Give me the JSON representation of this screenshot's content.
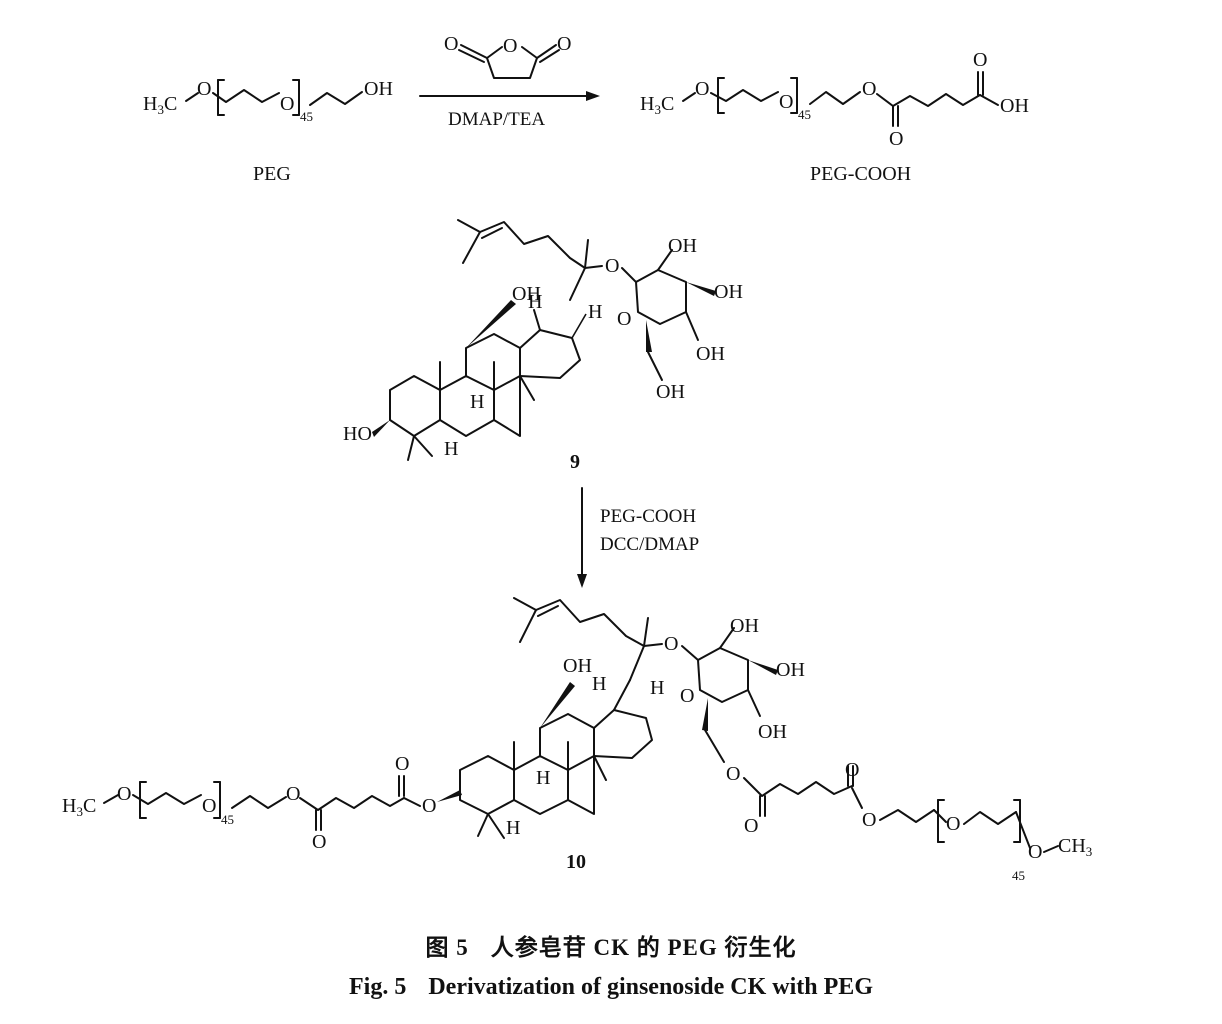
{
  "top": {
    "peg_label": "PEG",
    "peg_cooh_label": "PEG-COOH",
    "reagent_arrow1": "DMAP/TEA"
  },
  "middle": {
    "compound_9": "9",
    "reagent_line1": "PEG-COOH",
    "reagent_line2": "DCC/DMAP"
  },
  "bottom": {
    "compound_10": "10"
  },
  "atoms": {
    "H3C": "H3C",
    "CH3": "CH3",
    "O": "O",
    "OH": "OH",
    "HO": "HO",
    "H": "H",
    "n45": "45"
  },
  "caption": {
    "cn_fig": "图 5",
    "cn_text": "人参皂苷 CK 的 PEG 衍生化",
    "en_fig": "Fig. 5",
    "en_text": "Derivatization of ginsenoside CK with PEG"
  },
  "colors": {
    "ink": "#111111",
    "background": "#ffffff"
  }
}
